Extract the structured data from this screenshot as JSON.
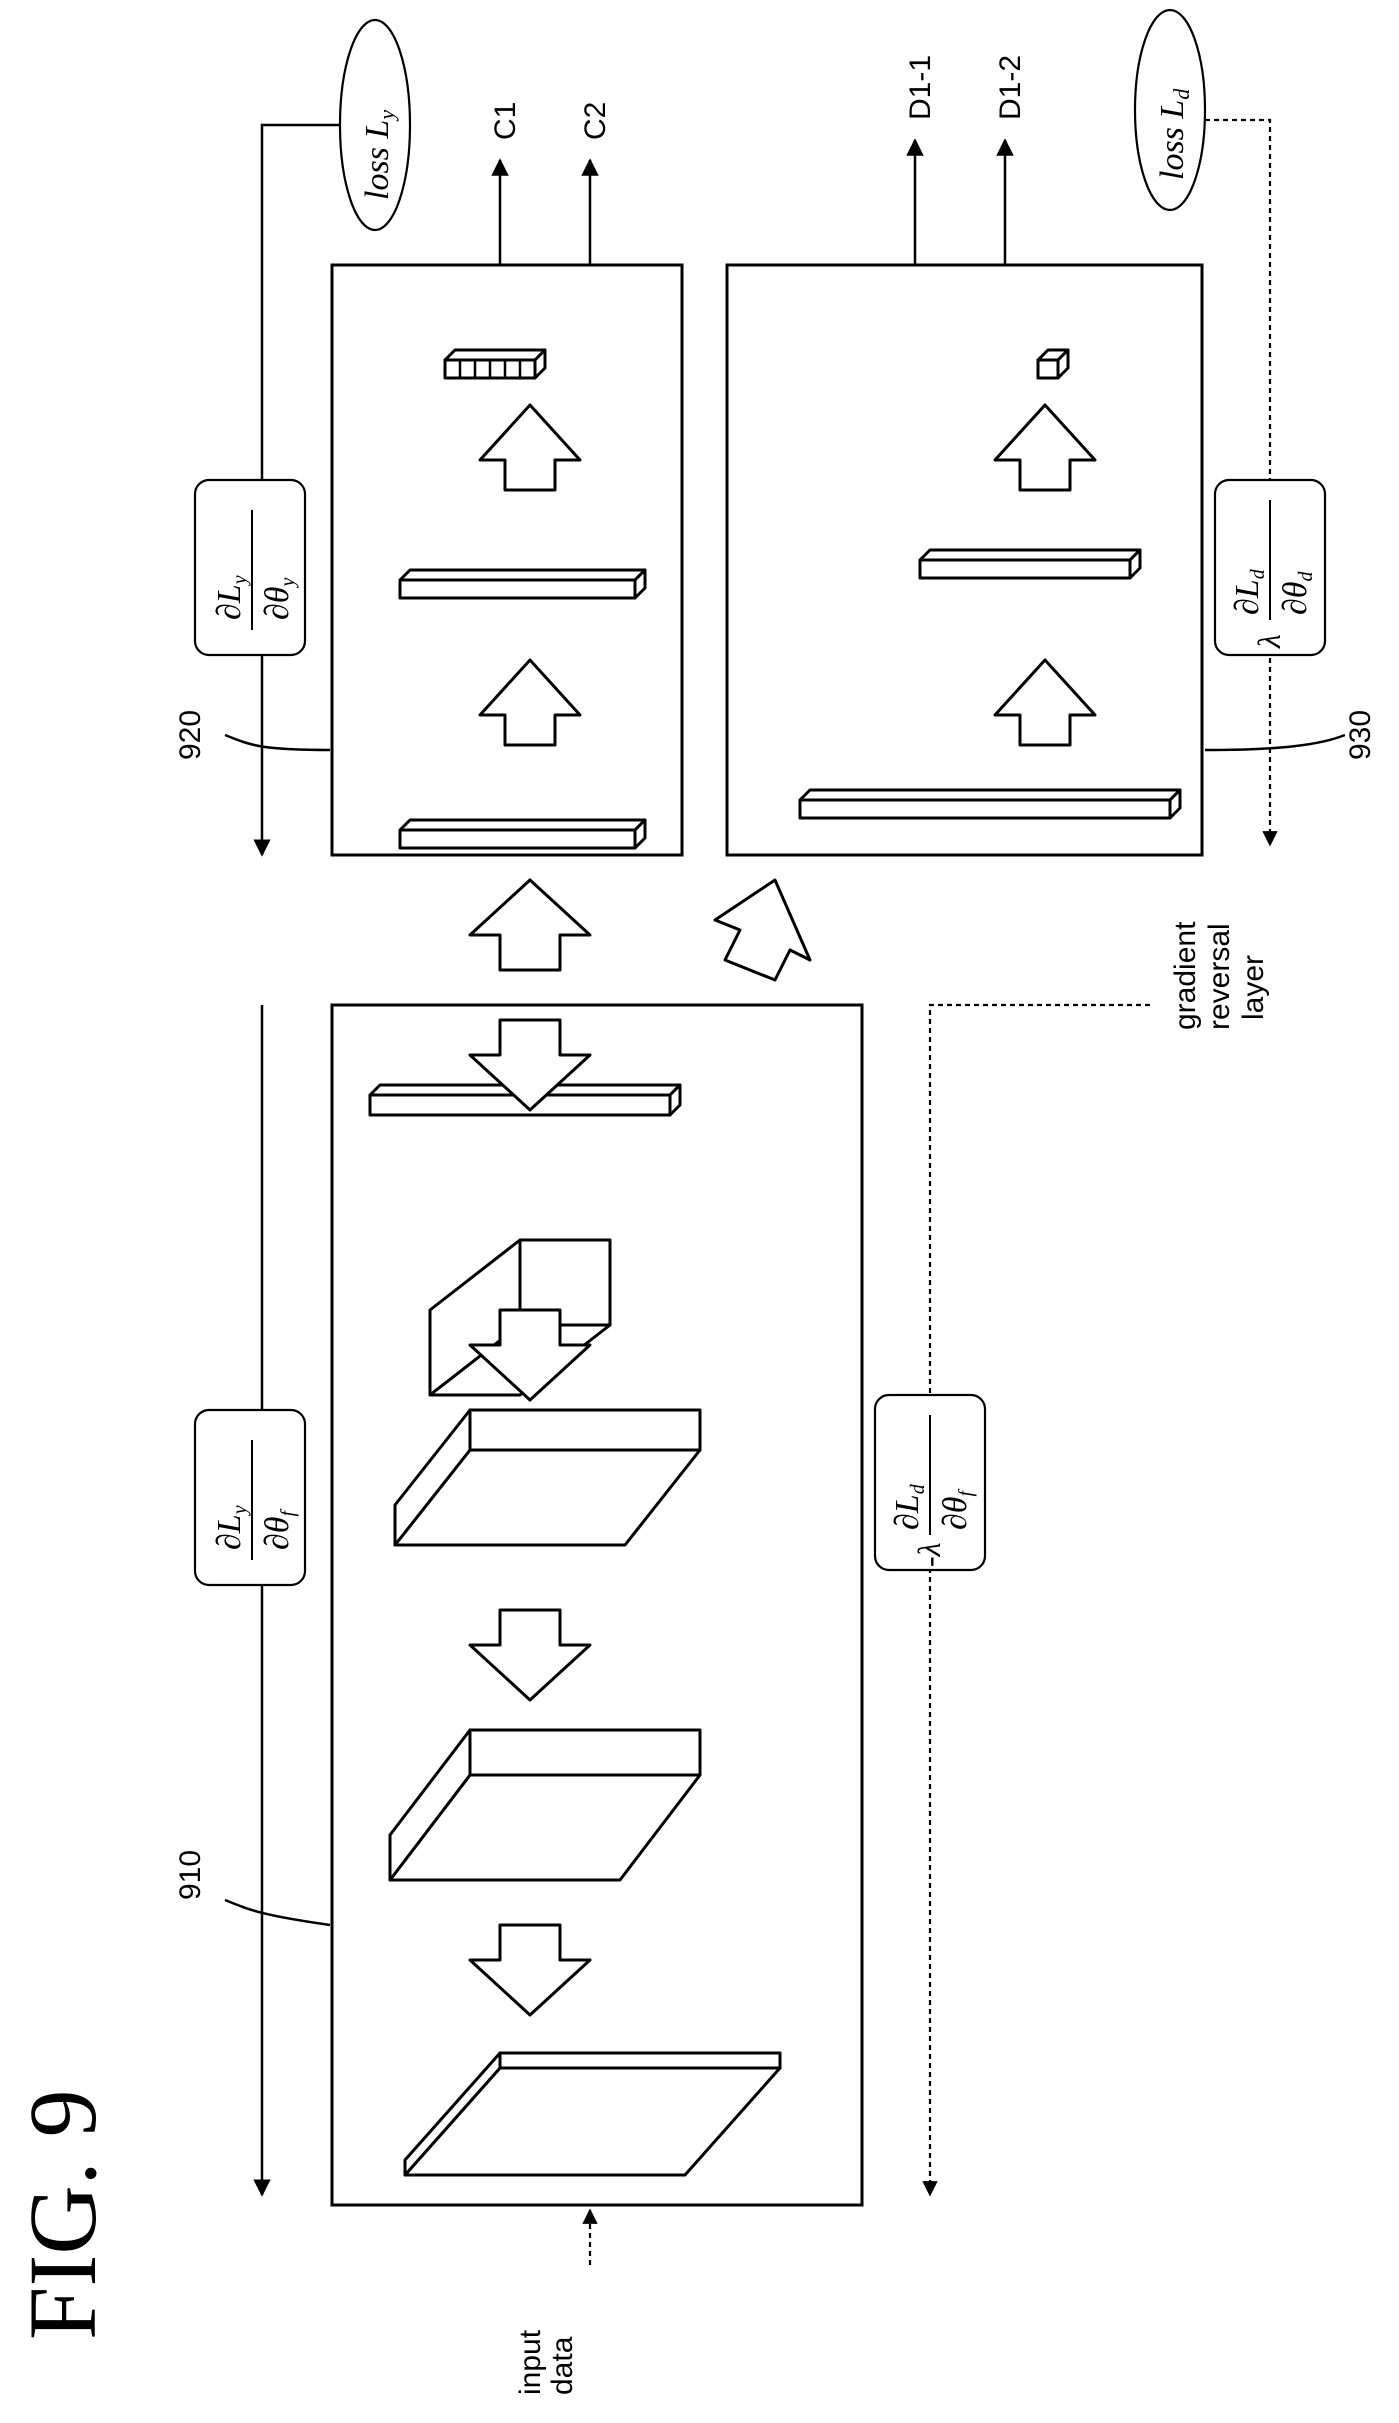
{
  "figure_title": "FIG. 9",
  "input_label": {
    "line1": "input",
    "line2": "data"
  },
  "labels": {
    "feature_extractor": "910",
    "label_predictor": "920",
    "domain_classifier": "930"
  },
  "outputs": {
    "c1": "C1",
    "c2": "C2",
    "d1_1": "D1-1",
    "d1_2": "D1-2"
  },
  "losses": {
    "ly_prefix": "loss L",
    "ly_sub": "y",
    "ld_prefix": "loss L",
    "ld_sub": "d"
  },
  "gradient_reversal": {
    "line1": "gradient",
    "line2": "reversal",
    "line3": "layer"
  },
  "gradients": {
    "dLy_dthetay": {
      "num": "∂L",
      "num_sub": "y",
      "den": "∂θ",
      "den_sub": "y"
    },
    "dLy_dthetaf": {
      "num": "∂L",
      "num_sub": "y",
      "den": "∂θ",
      "den_sub": "f"
    },
    "lambda_dLd_dthetad": {
      "coef": "λ",
      "num": "∂L",
      "num_sub": "d",
      "den": "∂θ",
      "den_sub": "d"
    },
    "neg_lambda_dLd_dthetaf": {
      "coef": "-λ",
      "num": "∂L",
      "num_sub": "d",
      "den": "∂θ",
      "den_sub": "f"
    }
  }
}
